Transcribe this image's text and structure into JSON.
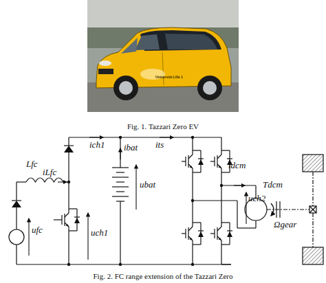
{
  "diagram": {
    "labels": [
      "Université Lille 1",
      "Fig. 1. Tazzari Zero EV",
      "Lfc",
      "iLfc",
      "ich1",
      "ibat",
      "its",
      "idcm",
      "uch2",
      "Tdcm",
      "ufc",
      "uch1",
      "ubat",
      "Ωgear",
      "Fig. 2. FC range extension of the Tazzari Zero"
    ]
  }
}
